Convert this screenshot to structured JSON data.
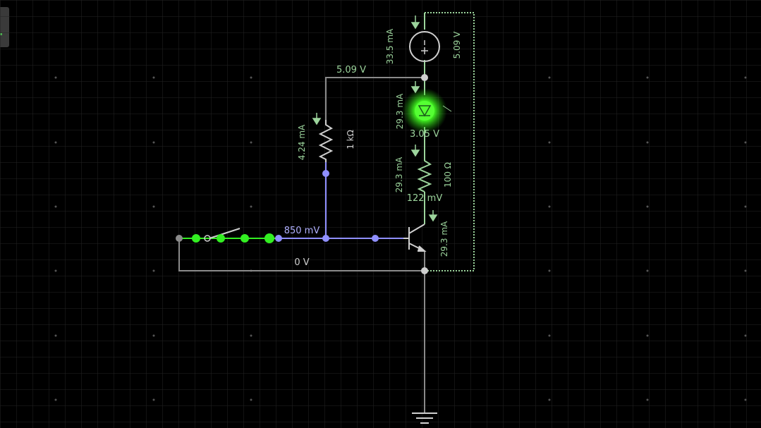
{
  "circuit": {
    "supply": {
      "current": "33.5 mA",
      "voltage": "5.09 V"
    },
    "top_node": {
      "voltage": "5.09 V"
    },
    "led": {
      "current": "29.3 mA",
      "voltage": "3.05 V"
    },
    "resistor_base": {
      "current": "4.24 mA",
      "value": "1 kΩ"
    },
    "resistor_led": {
      "current": "29.3 mA",
      "value": "100 Ω",
      "voltage": "122 mV"
    },
    "transistor": {
      "current": "29.3 mA"
    },
    "base_node": {
      "voltage": "850 mV"
    },
    "ground_node": {
      "voltage": "0 V"
    }
  },
  "colors": {
    "wire_idle": "#8a8a8a",
    "wire_high": "#9cd49c",
    "wire_low": "#8f8fff",
    "label_high": "#9cd49c",
    "label_low": "#b0b0ff",
    "label_neutral": "#cfcfcf",
    "led_on": "#44ff22",
    "switch_dots": "#33ee22",
    "grid": "#262626",
    "grid_dot": "#555555"
  },
  "icons": [
    "switch-icon",
    "resistor-icon",
    "led-icon",
    "voltage-source-icon",
    "transistor-icon",
    "ground-icon"
  ]
}
